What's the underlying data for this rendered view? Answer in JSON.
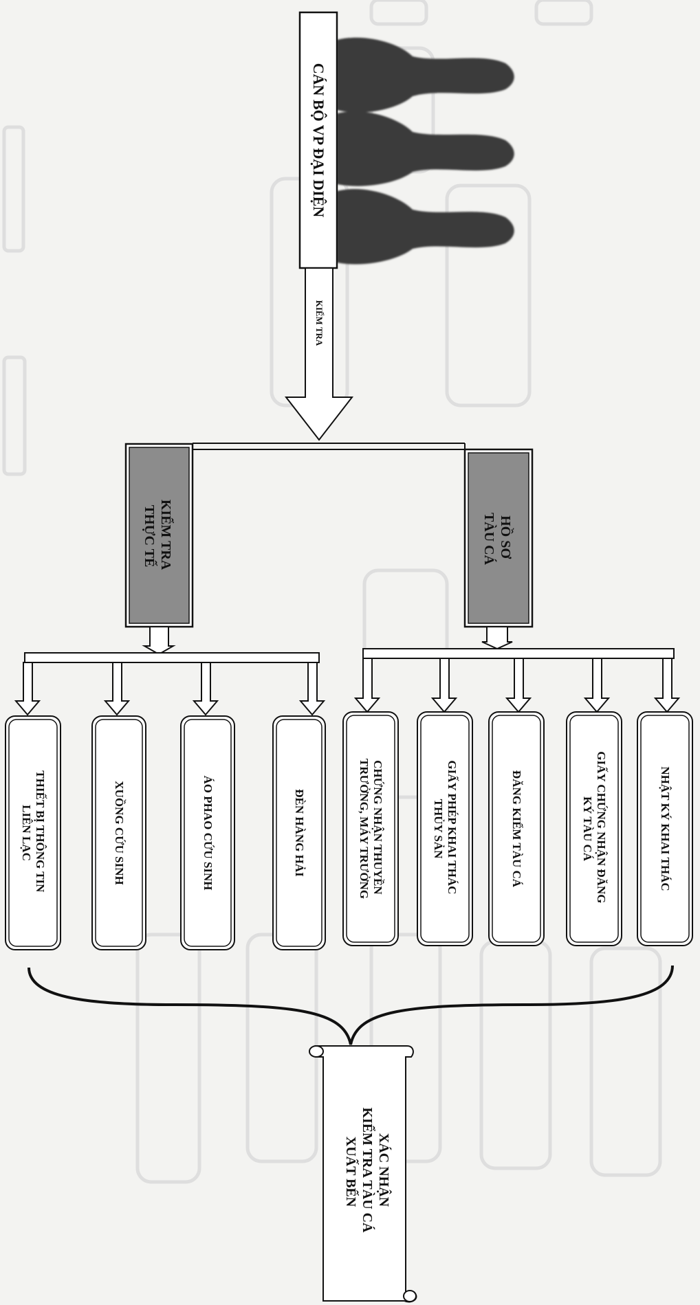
{
  "top": {
    "title": "CÁN BỘ VP ĐẠI DIỆN",
    "arrow_label": "KIỂM TRA"
  },
  "groups": {
    "actual": {
      "title_lines": [
        "KIỂM TRA",
        "THỰC TẾ"
      ]
    },
    "records": {
      "title_lines": [
        "HỒ SƠ",
        "TÀU CÁ"
      ]
    }
  },
  "actual_items": [
    {
      "lines": [
        "THIẾT BỊ THÔNG TIN",
        "LIÊN LẠC"
      ]
    },
    {
      "lines": [
        "XUỒNG CỨU SINH"
      ]
    },
    {
      "lines": [
        "ÁO PHAO CỨU SINH"
      ]
    },
    {
      "lines": [
        "ĐÈN HÀNG HẢI"
      ]
    }
  ],
  "record_items": [
    {
      "lines": [
        "CHỨNG NHẬN THUYỀN",
        "TRƯỞNG, MÁY TRƯỞNG"
      ]
    },
    {
      "lines": [
        "GIẤY PHÉP KHAI THÁC",
        "THỦY SẢN"
      ]
    },
    {
      "lines": [
        "ĐĂNG KIỂM TÀU CÁ"
      ]
    },
    {
      "lines": [
        "GIẤY CHỨNG NHẬN ĐĂNG",
        "KÝ TÀU CÁ"
      ]
    },
    {
      "lines": [
        "NHẬT KÝ KHAI THÁC"
      ]
    }
  ],
  "result": {
    "lines": [
      "XÁC NHẬN",
      "KIỂM TRA TÀU CÁ",
      "XUẤT BẾN"
    ]
  },
  "colors": {
    "gray_box": "#8c8c8c",
    "line": "#111111",
    "figure": "#3a3a3a"
  }
}
